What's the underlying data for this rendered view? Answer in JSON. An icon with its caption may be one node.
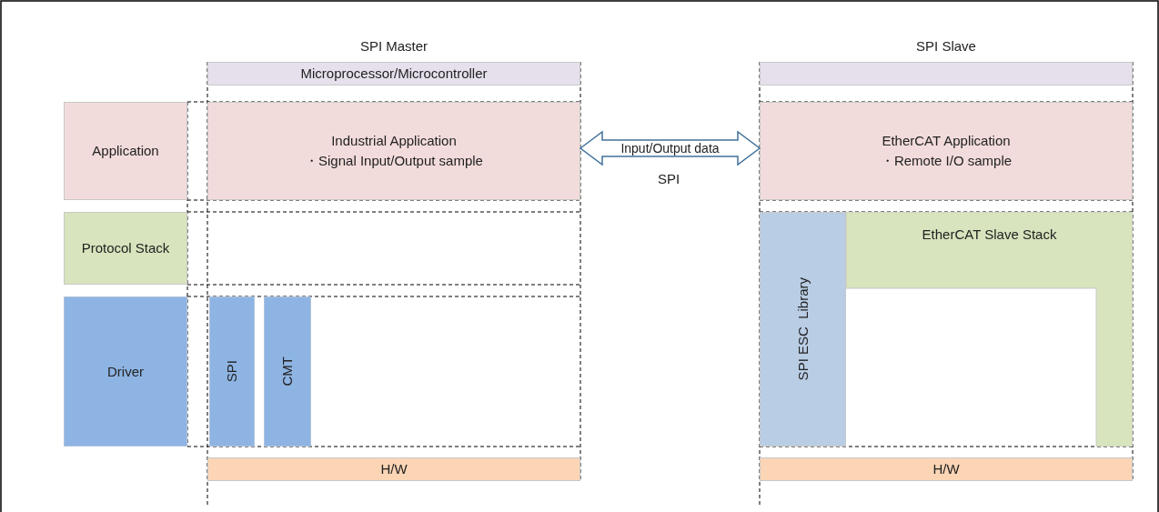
{
  "diagram": {
    "nodes": [
      {
        "text": [
          "Microprocessor/Microcontroller"
        ],
        "beside": [
          "SPI Master"
        ]
      },
      {
        "text": [
          "Application"
        ]
      },
      {
        "text": [
          "Industrial Application",
          "・Signal Input/Output sample"
        ]
      },
      {
        "text": [
          "Protocol Stack"
        ]
      },
      {
        "text": [
          "Driver"
        ]
      },
      {
        "text": [
          "SPI"
        ]
      },
      {
        "text": [
          "CMT"
        ]
      },
      {
        "text": [
          "H/W"
        ]
      },
      {
        "text": [],
        "shape": "box",
        "beside": [
          "SPI Slave"
        ]
      },
      {
        "text": [
          "EtherCAT Application",
          "・Remote I/O sample"
        ]
      },
      {
        "text": [
          "SPI ESC  Library"
        ]
      },
      {
        "text": [
          "EtherCAT Slave Stack"
        ]
      },
      {
        "text": [
          "H/W"
        ]
      }
    ],
    "edges": [
      {
        "from": 2,
        "to": 9,
        "arrow": "both",
        "label": "Input/Output data"
      }
    ],
    "labels": [
      "SPI"
    ]
  }
}
